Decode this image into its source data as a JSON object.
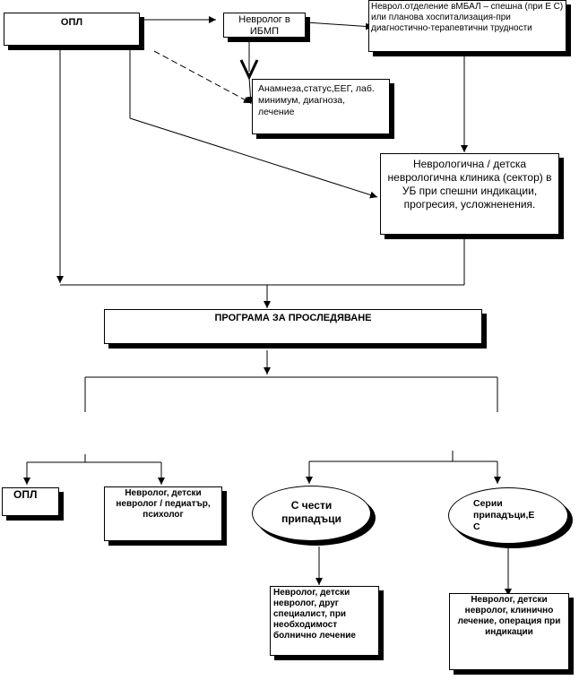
{
  "nodes": {
    "opl_top": "ОПЛ",
    "neurologist_ibmp": "Невролог в ИБМП",
    "neuro_department": "Неврол.отделение вМБАЛ – спешна (при Е С) или планова хоспитализация-при диагностично-терапевтични трудности",
    "anamnesis": "Анамнеза,статус,ЕЕГ, лаб. минимум, диагноза, лечение",
    "neuro_clinic": "Неврологична / детска неврологична клиника (сектор) в УБ при спешни индикации, прогресия, усложненения.",
    "program": "ПРОГРАМА ЗА ПРОСЛЕДЯВАНЕ",
    "opl_bottom": "ОПЛ",
    "neurologist_child": "Невролог, детски невролог / педиатър, психолог",
    "frequent_seizures": "С чести припадъци",
    "serial_seizures": "Серии припадъци,Е С",
    "frequent_followup": "Невролог, детски невролог, друг специалист, при необходимост болнично лечение",
    "serial_followup": "Невролог, детски невролог, клинично лечение, операция при индикации"
  }
}
